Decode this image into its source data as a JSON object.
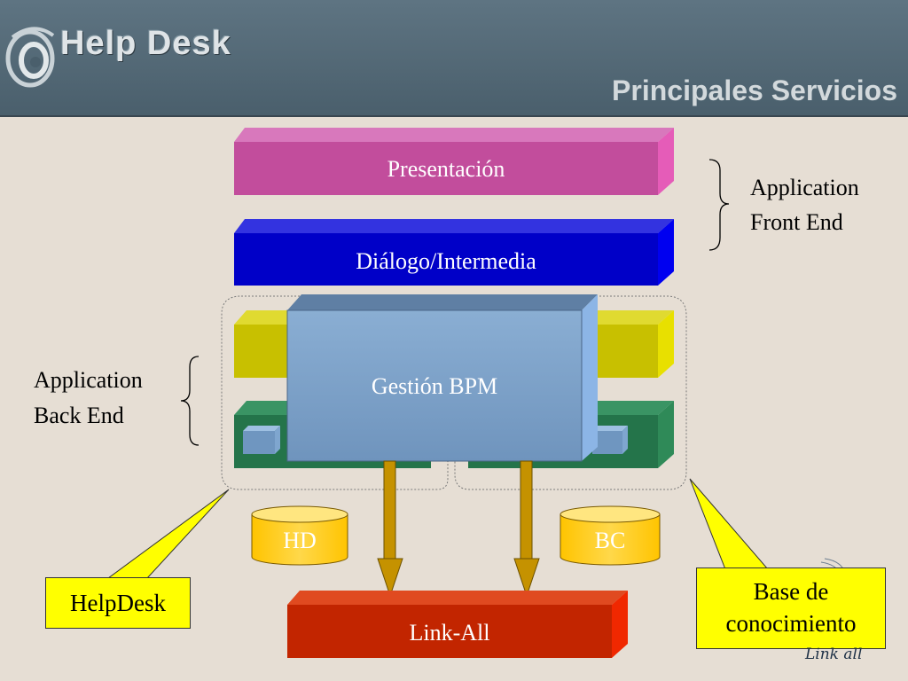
{
  "header": {
    "brand": "Help Desk",
    "title": "Principales Servicios"
  },
  "layers": {
    "presentacion": "Presentación",
    "dialogo": "Diálogo/Intermedia",
    "gestion": "Gestión BPM",
    "link_all": "Link-All"
  },
  "databases": {
    "hd": "HD",
    "bc": "BC"
  },
  "labels": {
    "front_end_line1": "Application",
    "front_end_line2": "Front End",
    "back_end_line1": "Application",
    "back_end_line2": "Back End"
  },
  "callouts": {
    "helpdesk": "HelpDesk",
    "base_line1": "Base de",
    "base_line2": "conocimiento"
  },
  "footer": {
    "logo_text": "Link all"
  },
  "colors": {
    "header": "#4f6470",
    "presentacion": "#c24d9c",
    "dialogo": "#0000c8",
    "gestion": "#7399c2",
    "link_all": "#c22500",
    "yellow_bar": "#c8c000",
    "green_bar": "#24744a",
    "database": "#ffcc00",
    "callout": "#ffff00",
    "arrow": "#c59200"
  }
}
